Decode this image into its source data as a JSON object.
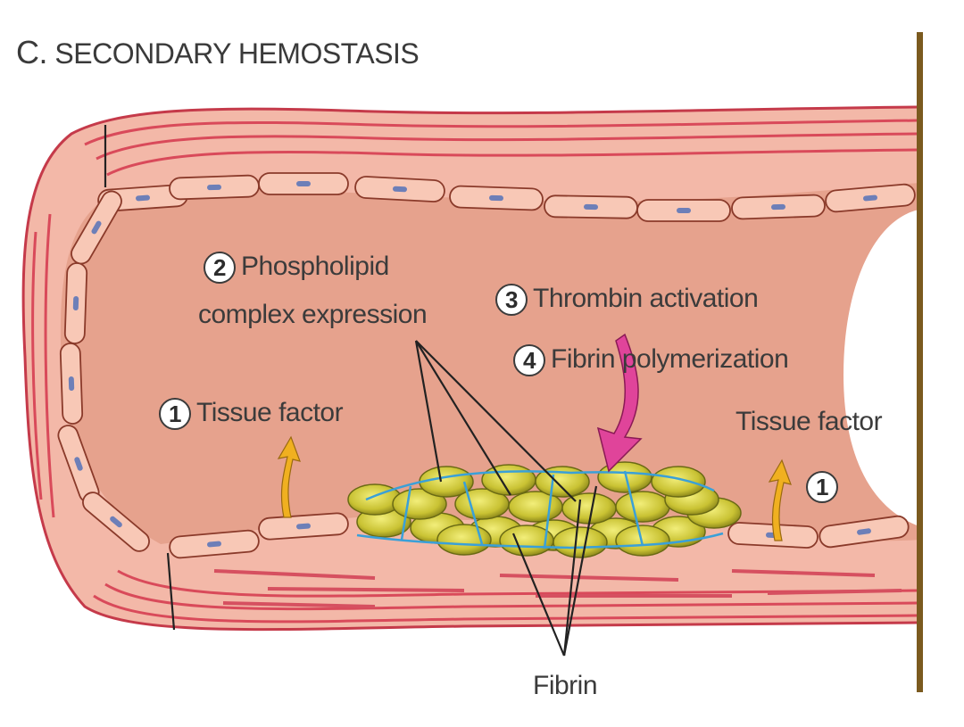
{
  "title": {
    "prefix": "C.",
    "text": "SECONDARY HEMOSTASIS"
  },
  "labels": {
    "step2_number": "2",
    "step2_line1": "Phospholipid",
    "step2_line2": "complex expression",
    "step3_number": "3",
    "step3_text": "Thrombin activation",
    "step4_number": "4",
    "step4_text": "Fibrin polymerization",
    "step1_left_number": "1",
    "step1_left_text": "Tissue factor",
    "step1_right_text": "Tissue factor",
    "step1_right_number": "1",
    "fibrin": "Fibrin"
  },
  "colors": {
    "vessel_wall": "#f3b8a8",
    "vessel_stripe": "#d94a5a",
    "lumen": "#e6a28d",
    "endothelial_cell": "#f8c8b6",
    "nucleus": "#6d7fb8",
    "platelet": "#c9c233",
    "fibrin": "#3aa0d8",
    "thrombin_arrow": "#e0449a",
    "tissue_factor_arrow": "#f0b020",
    "frame_bar": "#7b5a1f"
  }
}
